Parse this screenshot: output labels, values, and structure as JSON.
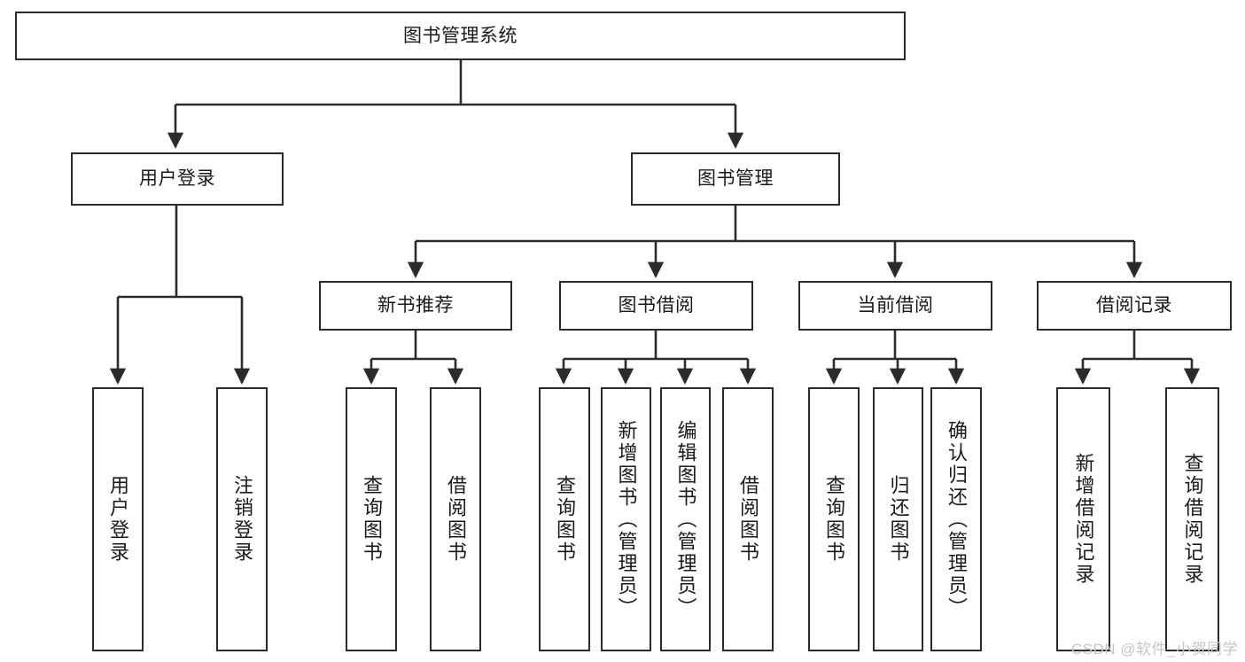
{
  "diagram": {
    "title": "图书管理系统",
    "type": "tree",
    "root": {
      "label": "图书管理系统"
    },
    "level2": [
      {
        "label": "用户登录"
      },
      {
        "label": "图书管理"
      }
    ],
    "level3": [
      {
        "label": "新书推荐"
      },
      {
        "label": "图书借阅"
      },
      {
        "label": "当前借阅"
      },
      {
        "label": "借阅记录"
      }
    ],
    "leaves": {
      "user_login": [
        {
          "label": "用户登录"
        },
        {
          "label": "注销登录"
        }
      ],
      "new_book_recommend": [
        {
          "label": "查询图书"
        },
        {
          "label": "借阅图书"
        }
      ],
      "book_borrow": [
        {
          "label": "查询图书"
        },
        {
          "label": "新增图书（管理员）"
        },
        {
          "label": "编辑图书（管理员）"
        },
        {
          "label": "借阅图书"
        }
      ],
      "current_borrow": [
        {
          "label": "查询图书"
        },
        {
          "label": "归还图书"
        },
        {
          "label": "确认归还（管理员）"
        }
      ],
      "borrow_record": [
        {
          "label": "新增借阅记录"
        },
        {
          "label": "查询借阅记录"
        }
      ]
    }
  },
  "watermark": {
    "text": "CSDN @软件_小贺同学"
  },
  "colors": {
    "stroke": "#2b2b2b",
    "fill": "#ffffff",
    "text": "#1a1a1a",
    "watermark": "#c6c6c6"
  }
}
